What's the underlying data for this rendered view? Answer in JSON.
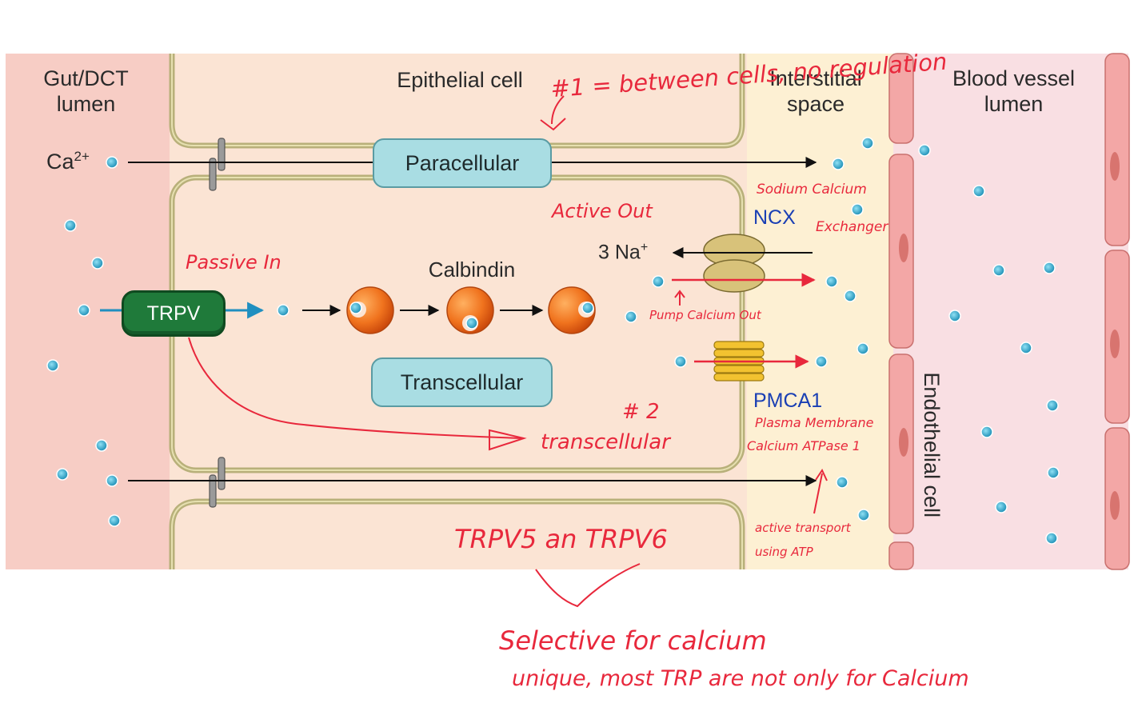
{
  "regions": {
    "gut_lumen": "Gut/DCT\nlumen",
    "epithelial_cell": "Epithelial cell",
    "interstitial_space": "Interstitial\nspace",
    "blood_vessel_lumen": "Blood vessel\nlumen",
    "endothelial_cell": "Endothelial cell"
  },
  "ion": {
    "symbol": "Ca",
    "charge": "2+"
  },
  "pathways": {
    "paracellular": "Paracellular",
    "transcellular": "Transcellular"
  },
  "proteins": {
    "trpv": "TRPV",
    "calbindin": "Calbindin",
    "ncx": "NCX",
    "pmca1": "PMCA1",
    "sodium_ion": "3 Na",
    "sodium_charge": "+"
  },
  "colors": {
    "lumen_bg": "#f7cdc5",
    "cell_bg": "#fbe4d4",
    "interstitial_bg": "#fdf0d3",
    "blood_bg": "#f9dfe3",
    "membrane": "#c8c088",
    "pill_fill": "#a9dde3",
    "trpv_fill": "#1f7a3a",
    "ncx_fill": "#d8c27a",
    "pmca_fill": "#f2c230",
    "calbindin": "#f0731e",
    "ion": "#2f9fc0",
    "blue_label": "#1a3fb4",
    "annotation": "#e8283c"
  },
  "annotations": {
    "paracellular_note": "#1 = between cells, no regulation",
    "active_out": "Active Out",
    "passive_in": "Passive In",
    "ncx_name": [
      "Sodium Calcium",
      "Exchanger"
    ],
    "pump_note": "Pump Calcium Out",
    "transcellular_note": [
      "# 2",
      "transcellular"
    ],
    "pmca_name": [
      "Plasma Membrane",
      "Calcium ATPase 1"
    ],
    "active_transport": [
      "active transport",
      "using ATP"
    ],
    "trpv_types": "TRPV5 an TRPV6",
    "selective_note": "Selective for calcium",
    "unique_note": "unique, most TRP are not only for Calcium"
  }
}
